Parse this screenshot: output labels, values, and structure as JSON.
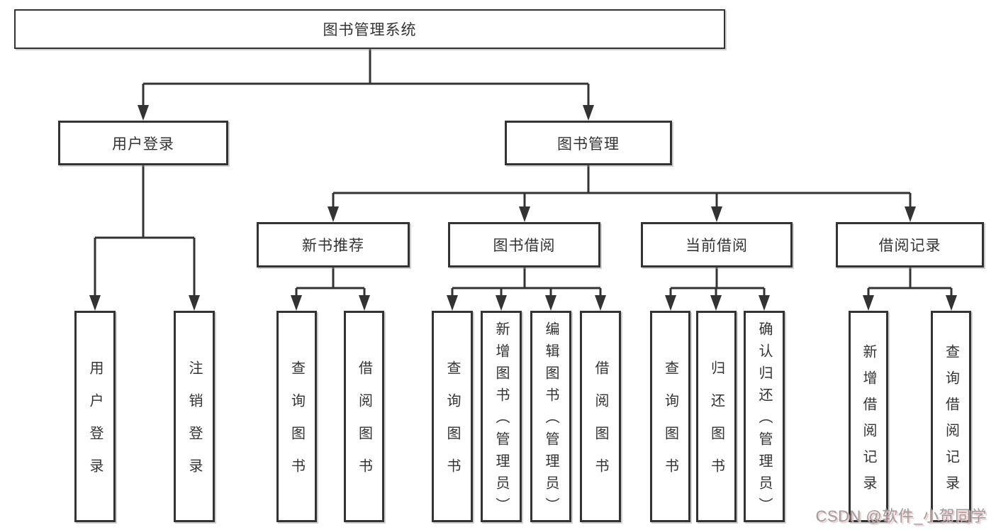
{
  "diagram": {
    "title_node": "图书管理系统",
    "level2": {
      "user_login": "用户登录",
      "book_management": "图书管理"
    },
    "level3": {
      "new_book_recommend": "新书推荐",
      "book_borrow": "图书借阅",
      "current_borrow": "当前借阅",
      "borrow_records": "借阅记录"
    },
    "leaves": {
      "user_login": "用户登录",
      "logout": "注销登录",
      "recommend_query_book": "查询图书",
      "recommend_borrow_book": "借阅图书",
      "borrow_query_book": "查询图书",
      "borrow_add_book_admin": "新增图书（管理员）",
      "borrow_edit_book_admin": "编辑图书（管理员）",
      "borrow_borrow_book": "借阅图书",
      "current_query_book": "查询图书",
      "current_return_book": "归还图书",
      "current_confirm_return_admin": "确认归还（管理员）",
      "records_add_record": "新增借阅记录",
      "records_query_record": "查询借阅记录"
    }
  },
  "watermark": {
    "text": "CSDN @软件_小贺同学"
  },
  "colors": {
    "line": "#333333",
    "box_border": "#333333",
    "text": "#333333",
    "background": "#ffffff",
    "watermark_text": "#9c9c9c",
    "watermark_shadow": "#f3c3c3"
  }
}
